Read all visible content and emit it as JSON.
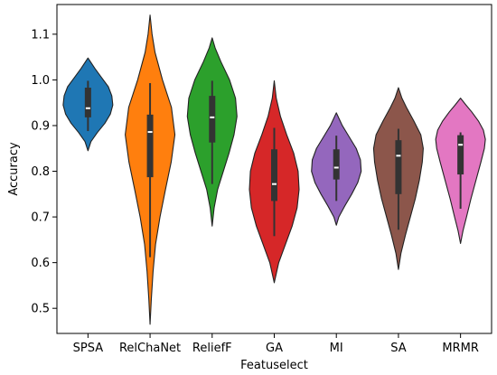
{
  "chart_data": {
    "type": "violin",
    "xlabel": "Featuselect",
    "ylabel": "Accuracy",
    "ylim": [
      0.445,
      1.165
    ],
    "yticks": [
      0.5,
      0.6,
      0.7,
      0.8,
      0.9,
      1.0,
      1.1
    ],
    "yticklabels": [
      "0.5",
      "0.6",
      "0.7",
      "0.8",
      "0.9",
      "1.0",
      "1.1"
    ],
    "grid": false,
    "legend": "none",
    "categories": [
      "SPSA",
      "RelChaNet",
      "ReliefF",
      "GA",
      "MI",
      "SA",
      "MRMR"
    ],
    "series": [
      {
        "category": "SPSA",
        "color": "#1f77b4",
        "min": 0.888,
        "q1": 0.918,
        "median": 0.938,
        "q3": 0.983,
        "max": 0.998,
        "extent": [
          0.845,
          1.048
        ],
        "profile": [
          [
            0.845,
            0.0
          ],
          [
            0.865,
            0.12
          ],
          [
            0.885,
            0.38
          ],
          [
            0.905,
            0.68
          ],
          [
            0.925,
            0.9
          ],
          [
            0.945,
            1.0
          ],
          [
            0.965,
            0.96
          ],
          [
            0.985,
            0.82
          ],
          [
            1.005,
            0.55
          ],
          [
            1.025,
            0.28
          ],
          [
            1.048,
            0.0
          ]
        ]
      },
      {
        "category": "RelChaNet",
        "color": "#ff7f0e",
        "min": 0.612,
        "q1": 0.787,
        "median": 0.886,
        "q3": 0.924,
        "max": 0.993,
        "extent": [
          0.465,
          1.142
        ],
        "profile": [
          [
            0.465,
            0.0
          ],
          [
            0.52,
            0.05
          ],
          [
            0.58,
            0.12
          ],
          [
            0.64,
            0.22
          ],
          [
            0.7,
            0.4
          ],
          [
            0.76,
            0.62
          ],
          [
            0.82,
            0.85
          ],
          [
            0.88,
            1.0
          ],
          [
            0.94,
            0.86
          ],
          [
            1.0,
            0.5
          ],
          [
            1.06,
            0.2
          ],
          [
            1.1,
            0.08
          ],
          [
            1.142,
            0.0
          ]
        ]
      },
      {
        "category": "ReliefF",
        "color": "#2ca02c",
        "min": 0.772,
        "q1": 0.863,
        "median": 0.918,
        "q3": 0.965,
        "max": 0.998,
        "extent": [
          0.68,
          1.092
        ],
        "profile": [
          [
            0.68,
            0.0
          ],
          [
            0.72,
            0.08
          ],
          [
            0.76,
            0.22
          ],
          [
            0.8,
            0.45
          ],
          [
            0.84,
            0.68
          ],
          [
            0.88,
            0.88
          ],
          [
            0.92,
            1.0
          ],
          [
            0.96,
            0.94
          ],
          [
            1.0,
            0.7
          ],
          [
            1.04,
            0.35
          ],
          [
            1.07,
            0.12
          ],
          [
            1.092,
            0.0
          ]
        ]
      },
      {
        "category": "GA",
        "color": "#d62728",
        "min": 0.658,
        "q1": 0.735,
        "median": 0.772,
        "q3": 0.848,
        "max": 0.895,
        "extent": [
          0.556,
          0.998
        ],
        "profile": [
          [
            0.556,
            0.0
          ],
          [
            0.6,
            0.18
          ],
          [
            0.64,
            0.45
          ],
          [
            0.68,
            0.72
          ],
          [
            0.72,
            0.92
          ],
          [
            0.76,
            1.0
          ],
          [
            0.8,
            0.96
          ],
          [
            0.84,
            0.78
          ],
          [
            0.88,
            0.5
          ],
          [
            0.92,
            0.25
          ],
          [
            0.96,
            0.08
          ],
          [
            0.998,
            0.0
          ]
        ]
      },
      {
        "category": "MI",
        "color": "#9467bd",
        "min": 0.735,
        "q1": 0.782,
        "median": 0.808,
        "q3": 0.848,
        "max": 0.878,
        "extent": [
          0.682,
          0.928
        ],
        "profile": [
          [
            0.682,
            0.0
          ],
          [
            0.7,
            0.1
          ],
          [
            0.725,
            0.35
          ],
          [
            0.75,
            0.62
          ],
          [
            0.775,
            0.86
          ],
          [
            0.8,
            1.0
          ],
          [
            0.825,
            0.97
          ],
          [
            0.85,
            0.8
          ],
          [
            0.875,
            0.52
          ],
          [
            0.9,
            0.24
          ],
          [
            0.928,
            0.0
          ]
        ]
      },
      {
        "category": "SA",
        "color": "#8c564b",
        "min": 0.672,
        "q1": 0.75,
        "median": 0.834,
        "q3": 0.868,
        "max": 0.893,
        "extent": [
          0.585,
          0.983
        ],
        "profile": [
          [
            0.585,
            0.0
          ],
          [
            0.62,
            0.1
          ],
          [
            0.66,
            0.28
          ],
          [
            0.7,
            0.48
          ],
          [
            0.74,
            0.68
          ],
          [
            0.78,
            0.84
          ],
          [
            0.82,
            0.96
          ],
          [
            0.85,
            1.0
          ],
          [
            0.88,
            0.9
          ],
          [
            0.91,
            0.62
          ],
          [
            0.94,
            0.32
          ],
          [
            0.96,
            0.14
          ],
          [
            0.983,
            0.0
          ]
        ]
      },
      {
        "category": "MRMR",
        "color": "#e377c2",
        "min": 0.718,
        "q1": 0.793,
        "median": 0.858,
        "q3": 0.879,
        "max": 0.885,
        "extent": [
          0.642,
          0.96
        ],
        "profile": [
          [
            0.642,
            0.0
          ],
          [
            0.67,
            0.1
          ],
          [
            0.7,
            0.24
          ],
          [
            0.74,
            0.42
          ],
          [
            0.78,
            0.62
          ],
          [
            0.82,
            0.82
          ],
          [
            0.85,
            0.96
          ],
          [
            0.87,
            1.0
          ],
          [
            0.89,
            0.92
          ],
          [
            0.91,
            0.72
          ],
          [
            0.93,
            0.45
          ],
          [
            0.945,
            0.22
          ],
          [
            0.96,
            0.0
          ]
        ]
      }
    ]
  }
}
